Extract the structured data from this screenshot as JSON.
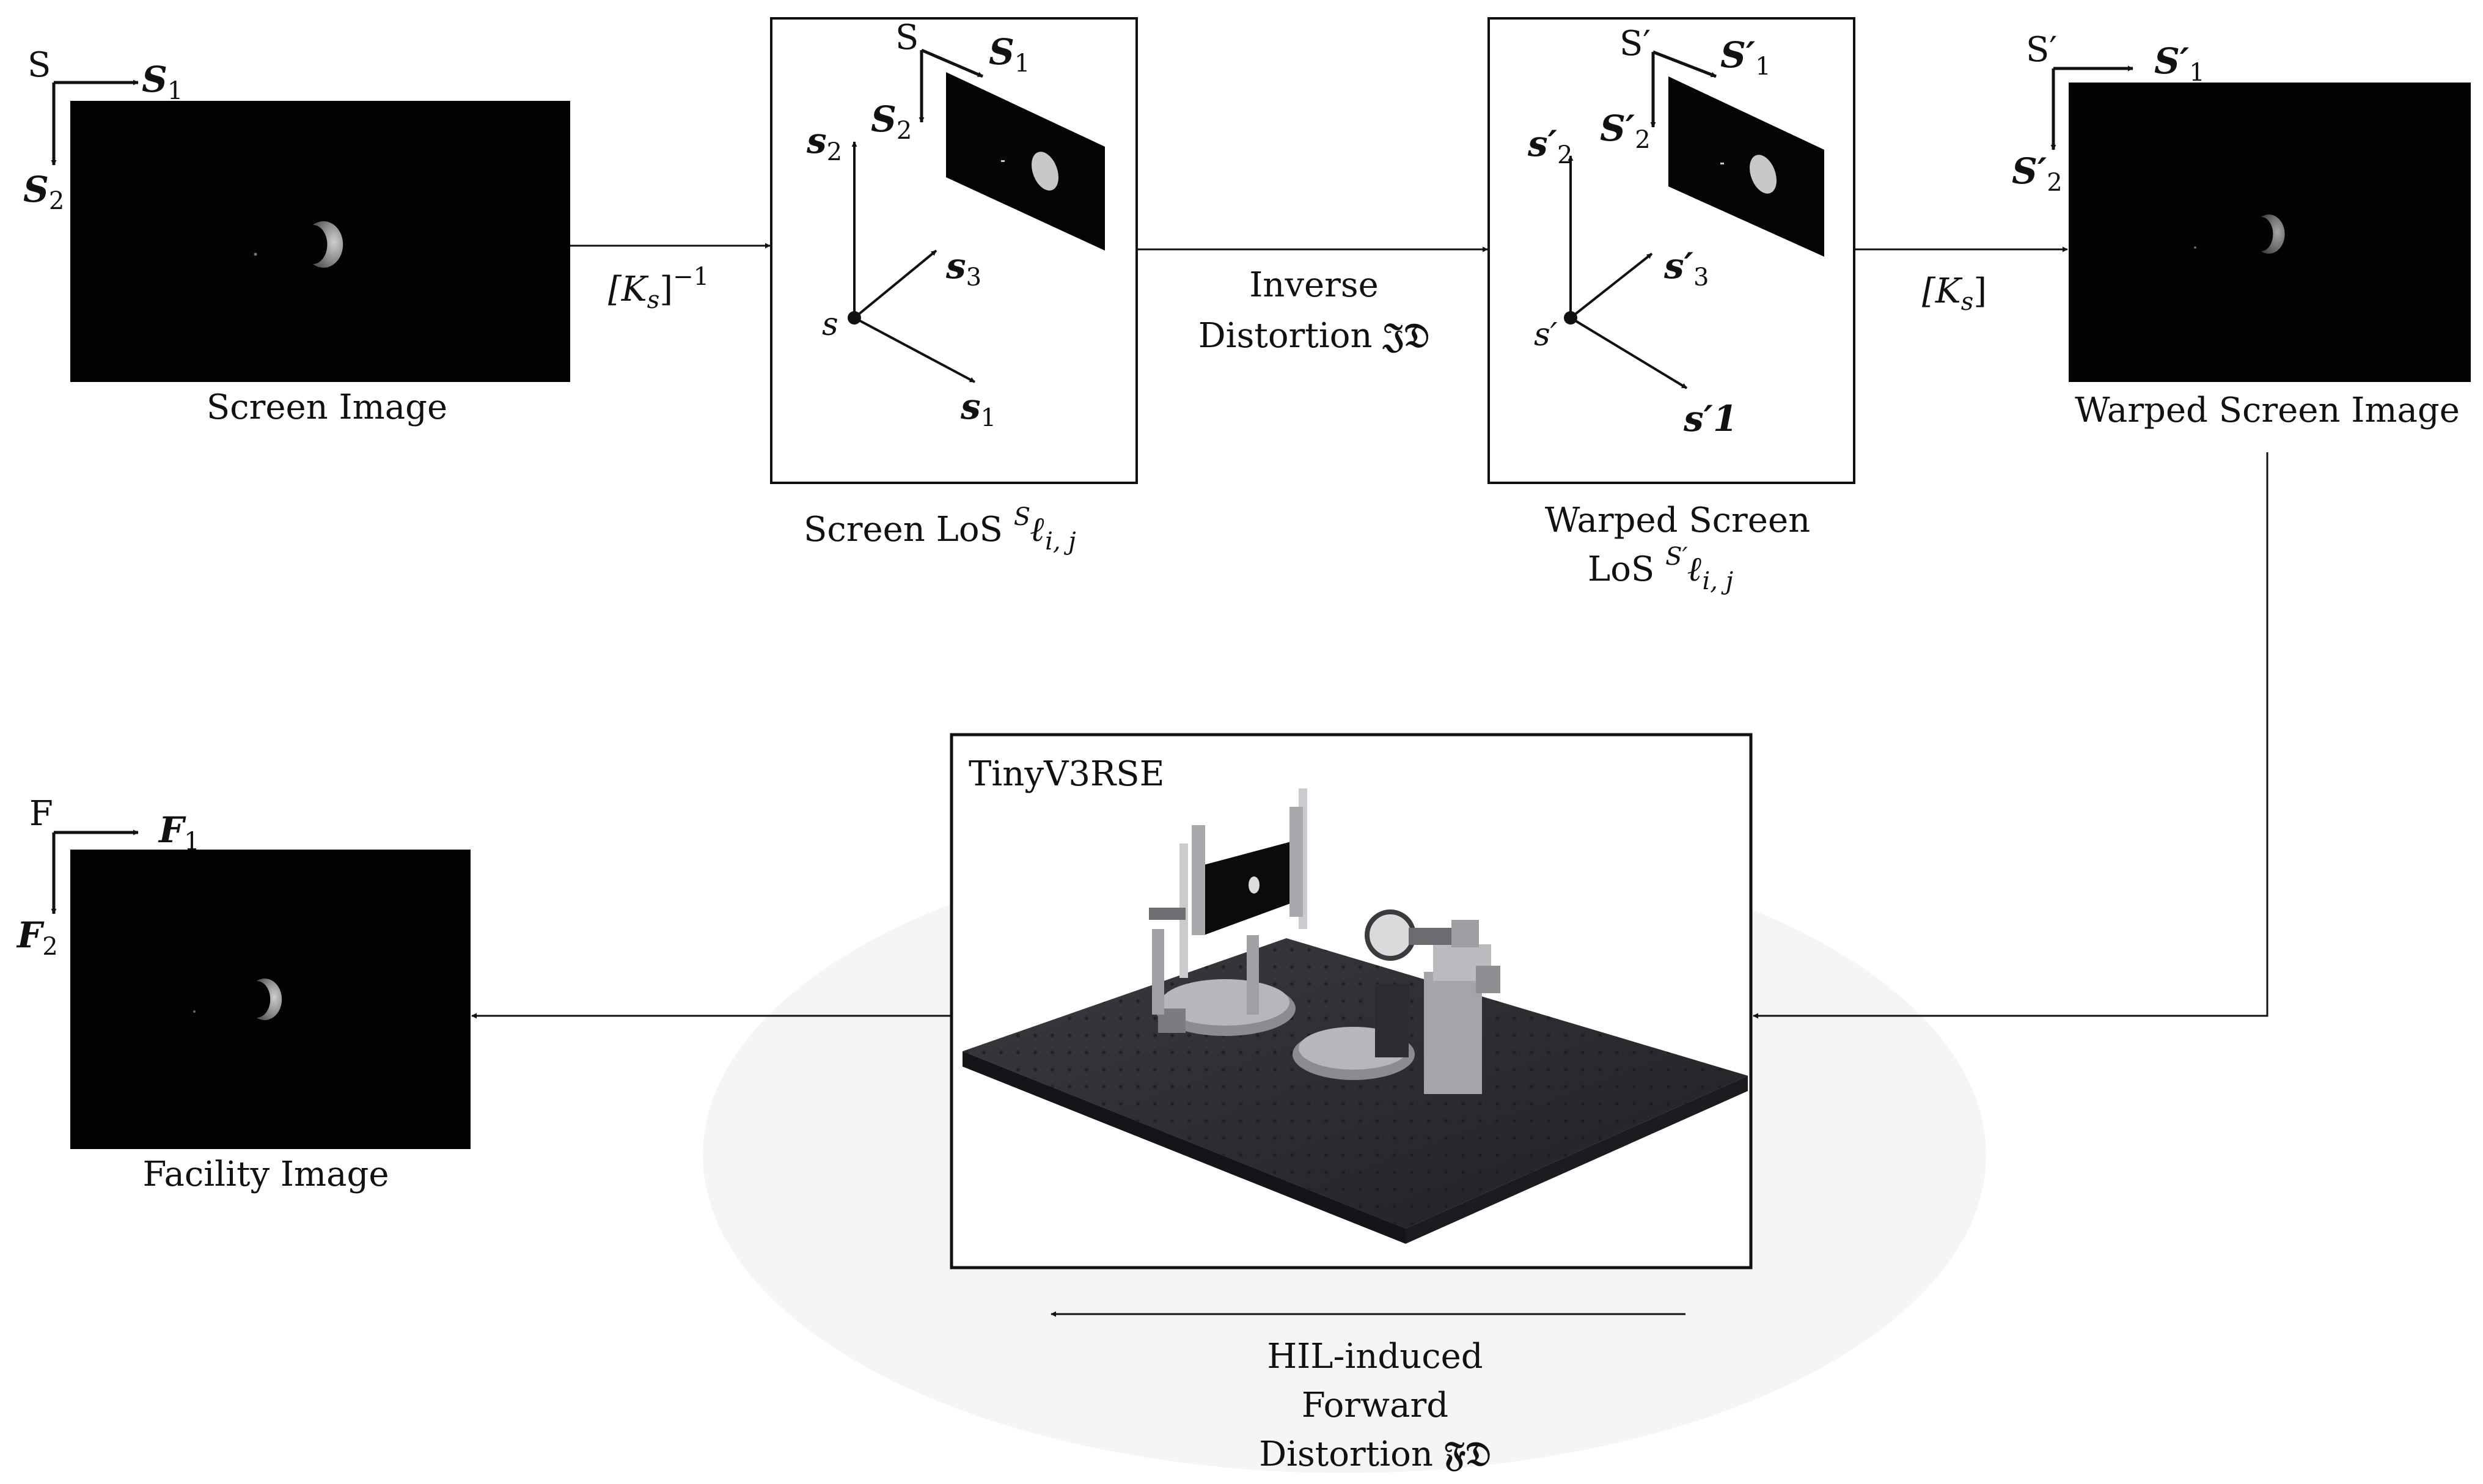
{
  "nodes": {
    "screen_image": {
      "caption": "Screen Image",
      "frame": {
        "origin": "S",
        "axis1": "S",
        "axis1_sub": "1",
        "axis2": "S",
        "axis2_sub": "2"
      }
    },
    "screen_los": {
      "caption_main": "Screen LoS ",
      "caption_sup": "S",
      "caption_symbol": "ℓ",
      "caption_sub": "i, j",
      "frame": {
        "origin": "S",
        "axis1": "S",
        "axis1_sub": "1",
        "axis2": "S",
        "axis2_sub": "2"
      },
      "basis": {
        "origin": "s",
        "v1": "s",
        "v1_sub": "1",
        "v2": "s",
        "v2_sub": "2",
        "v3": "s",
        "v3_sub": "3"
      }
    },
    "warped_screen_los": {
      "caption_line1": "Warped Screen",
      "caption_line2_main": "LoS ",
      "caption_sup": "S′",
      "caption_symbol": "ℓ",
      "caption_sub": "i, j",
      "frame": {
        "origin": "S′",
        "axis1": "S′",
        "axis1_sub": "1",
        "axis2": "S′",
        "axis2_sub": "2"
      },
      "basis": {
        "origin": "s′",
        "v1": "s′1",
        "v2": "s′",
        "v2_sub": "2",
        "v3": "s′",
        "v3_sub": "3"
      }
    },
    "warped_screen_image": {
      "caption": "Warped Screen Image",
      "frame": {
        "origin": "S′",
        "axis1": "S′",
        "axis1_sub": "1",
        "axis2": "S′",
        "axis2_sub": "2"
      }
    },
    "tinyv3rse": {
      "label": "TinyV3RSE"
    },
    "facility_image": {
      "caption": "Facility Image",
      "frame": {
        "origin": "F",
        "axis1": "F",
        "axis1_sub": "1",
        "axis2": "F",
        "axis2_sub": "2"
      }
    }
  },
  "edges": {
    "inverse_intrinsics": {
      "label": "[K",
      "sub": "s",
      "tail": "]",
      "sup": "−1"
    },
    "inverse_distortion": {
      "line1": "Inverse",
      "line2_main": "Distortion ",
      "line2_symbol": "𝔍𝔇"
    },
    "intrinsics": {
      "label": "[K",
      "sub": "s",
      "tail": "]"
    },
    "forward_distortion": {
      "line1": "HIL-induced",
      "line2": "Forward",
      "line3_main": "Distortion ",
      "line3_symbol": "𝔉𝔇"
    }
  },
  "colors": {
    "stroke": "#111111",
    "image_bg": "#030303",
    "moon": "#9a9a9a",
    "table": "#2e2f33"
  }
}
